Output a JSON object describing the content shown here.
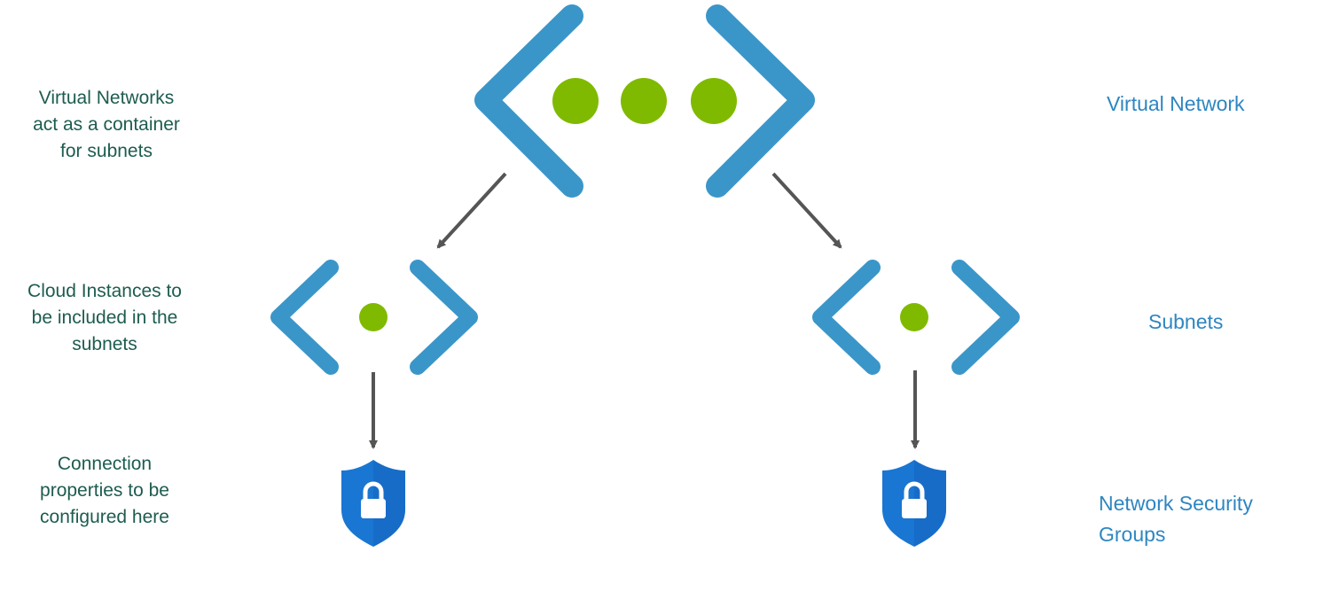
{
  "left_labels": [
    "Virtual Networks act as a container for subnets",
    "Cloud Instances to be included in the subnets",
    "Connection properties to be configured here"
  ],
  "right_labels": {
    "virtual_network": "Virtual Network",
    "subnets": "Subnets",
    "nsg": "Network Security Groups"
  },
  "colors": {
    "bracket": "#3a96c9",
    "dot": "#7fba00",
    "arrow": "#555555",
    "shield": "#1976d2",
    "dash_line": "#2e86c1",
    "left_text": "#1d5c4f",
    "right_text": "#2e86c1"
  },
  "icons": [
    "virtual-network-icon",
    "subnet-icon",
    "subnet-icon",
    "shield-lock-icon",
    "shield-lock-icon"
  ]
}
